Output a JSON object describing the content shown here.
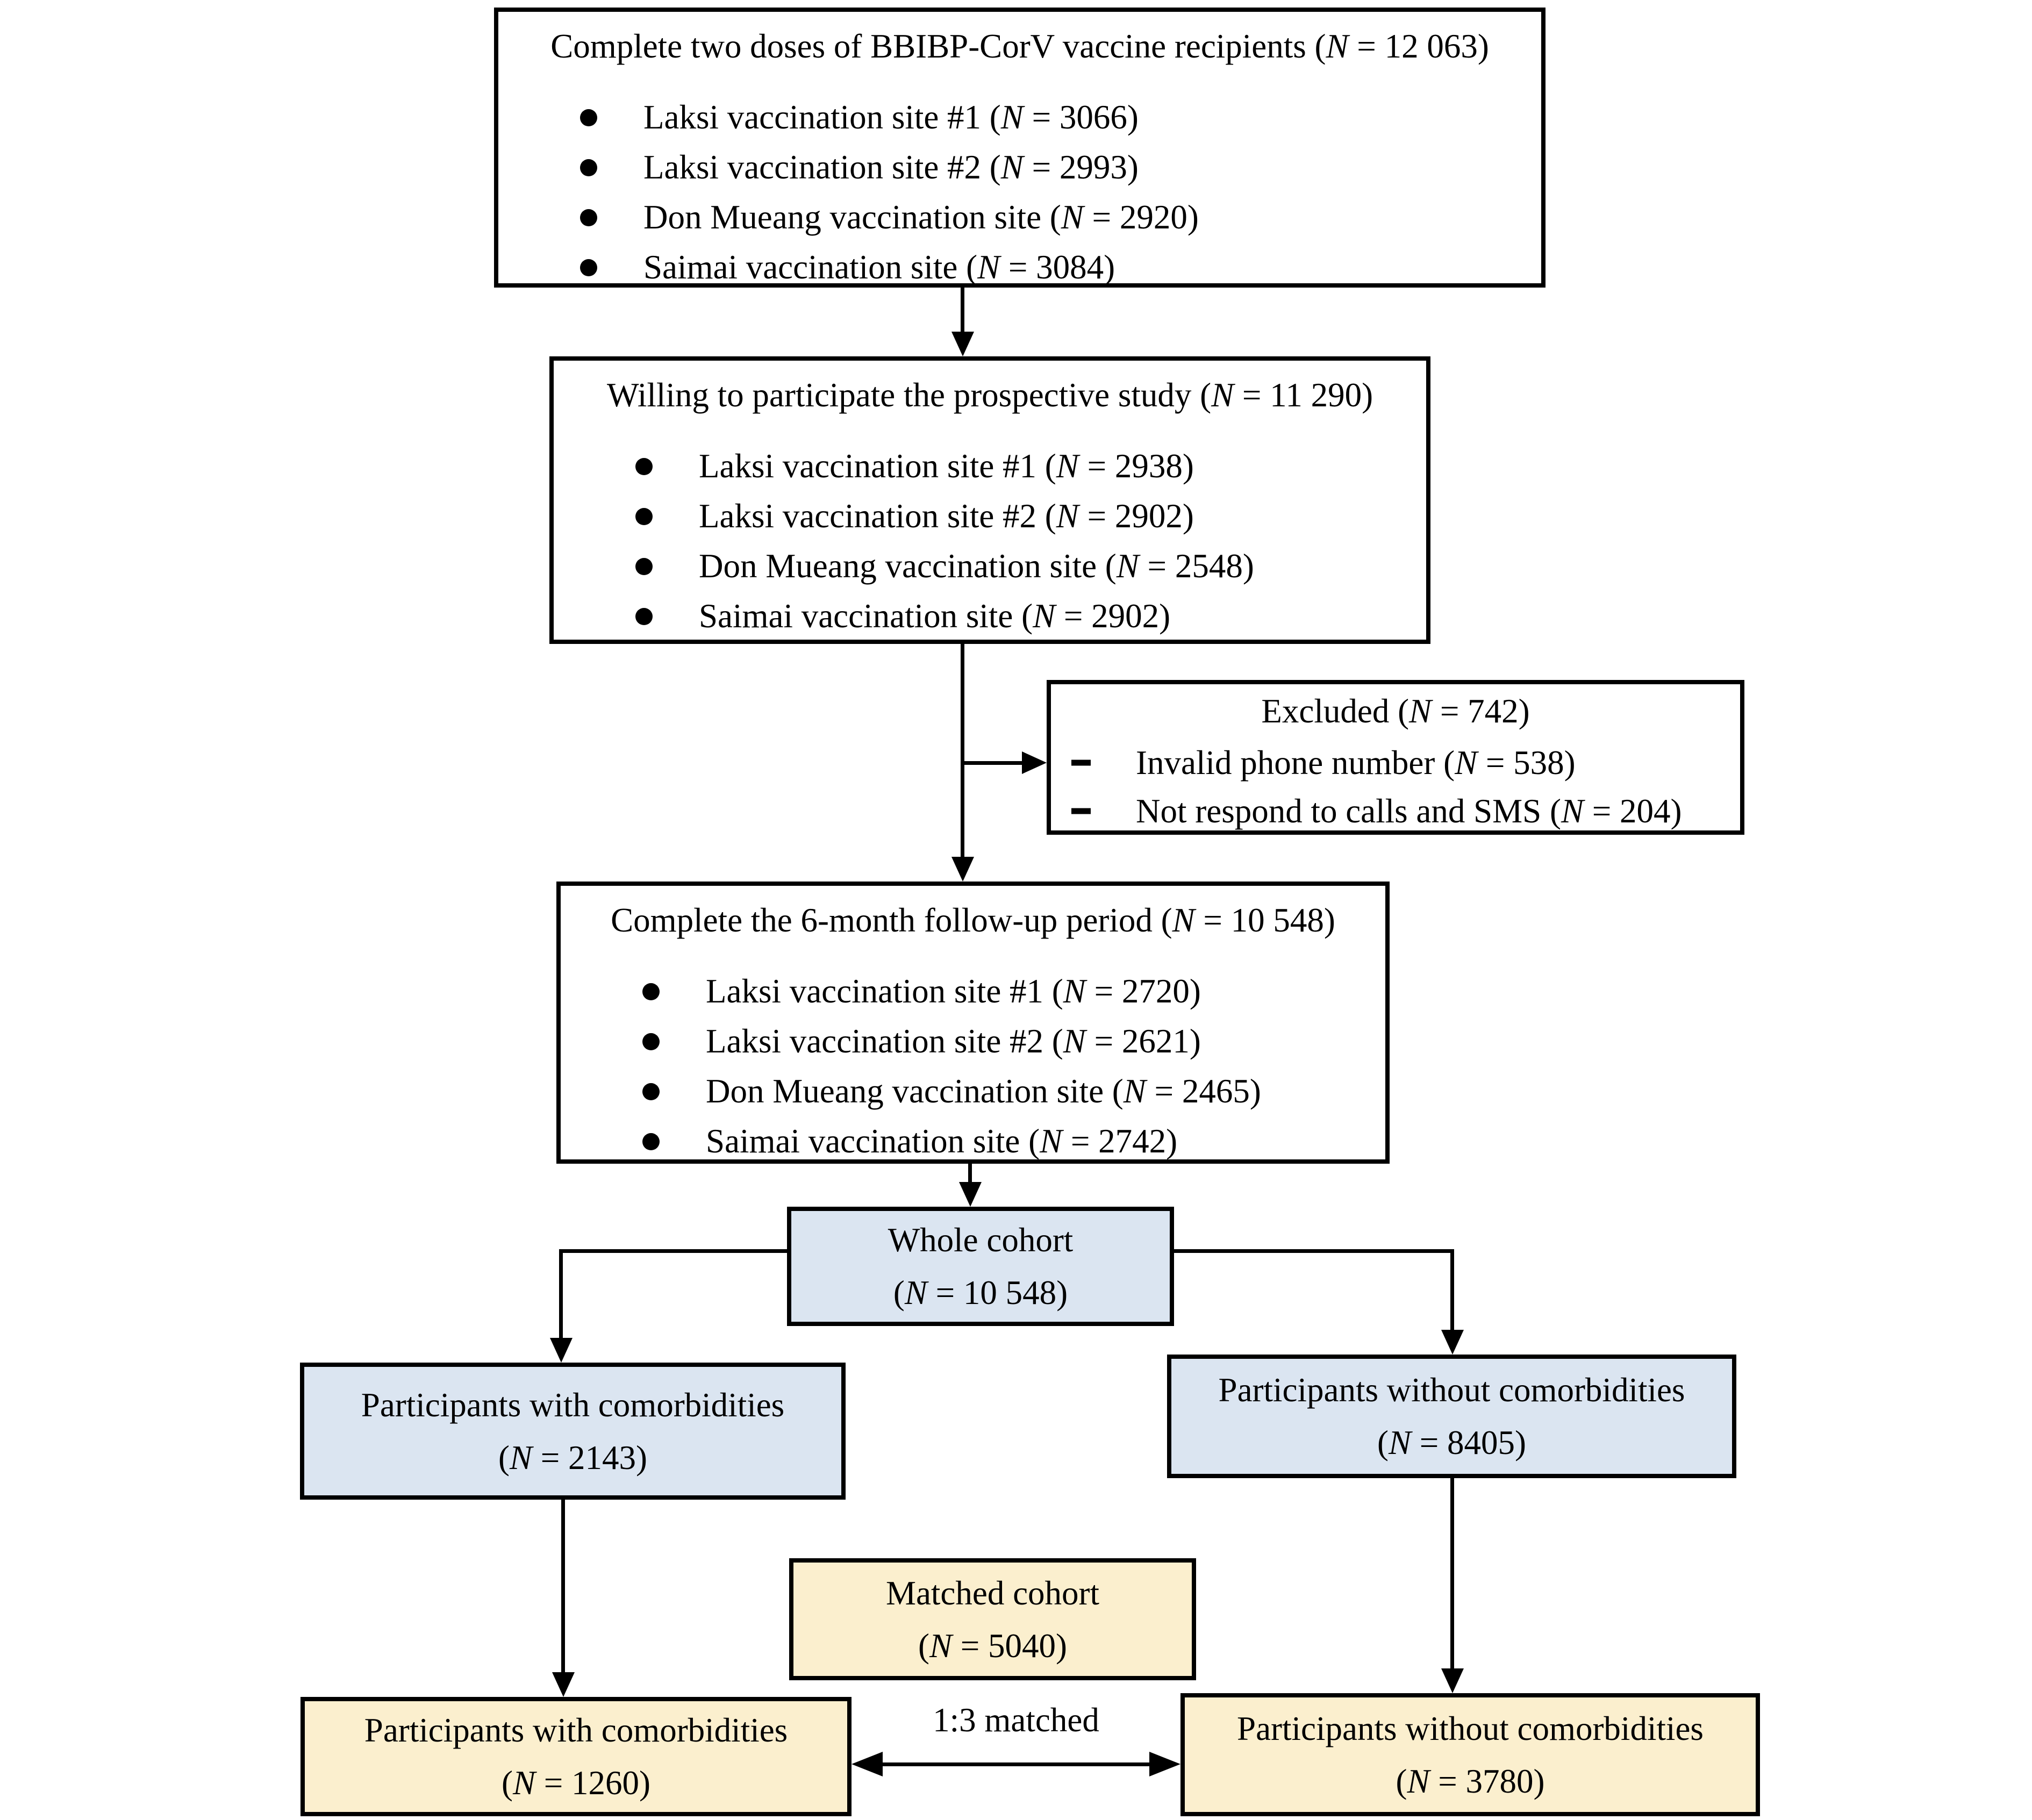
{
  "figure": {
    "type": "study-flow-diagram",
    "colors": {
      "box_highlight_blue": "#dbe5f1",
      "box_highlight_yellow": "#fbefce",
      "line": "#000000",
      "background": "#ffffff"
    }
  },
  "boxes": {
    "recipients": {
      "title": "Complete two doses of BBIBP-CorV vaccine recipients (N = 12 063)",
      "bullets": [
        "Laksi vaccination site #1 (N = 3066)",
        "Laksi vaccination site #2 (N = 2993)",
        "Don Mueang vaccination site (N = 2920)",
        "Saimai vaccination site (N = 3084)"
      ]
    },
    "willing": {
      "title": "Willing to participate the prospective study (N = 11 290)",
      "bullets": [
        "Laksi vaccination site #1 (N = 2938)",
        "Laksi vaccination site #2 (N = 2902)",
        "Don Mueang vaccination site (N = 2548)",
        "Saimai vaccination site (N = 2902)"
      ]
    },
    "excluded": {
      "title": "Excluded (N = 742)",
      "bullets": [
        "Invalid phone number (N = 538)",
        "Not respond to calls and SMS (N = 204)"
      ]
    },
    "followup": {
      "title": "Complete the 6-month follow-up period (N = 10 548)",
      "bullets": [
        "Laksi vaccination site #1 (N = 2720)",
        "Laksi vaccination site #2 (N = 2621)",
        "Don Mueang vaccination site (N = 2465)",
        "Saimai vaccination site (N = 2742)"
      ]
    },
    "whole_cohort": {
      "line1": "Whole cohort",
      "line2": "(N = 10 548)"
    },
    "with_comorbidities": {
      "line1": "Participants with comorbidities",
      "line2": "(N = 2143)"
    },
    "without_comorbidities": {
      "line1": "Participants without comorbidities",
      "line2": "(N = 8405)"
    },
    "matched_cohort": {
      "line1": "Matched cohort",
      "line2": "(N = 5040)"
    },
    "matched_with_comorbidities": {
      "line1": "Participants with comorbidities",
      "line2": "(N = 1260)"
    },
    "matched_without_comorbidities": {
      "line1": "Participants without comorbidities",
      "line2": "(N = 3780)"
    }
  },
  "labels": {
    "match_ratio": "1:3 matched"
  }
}
